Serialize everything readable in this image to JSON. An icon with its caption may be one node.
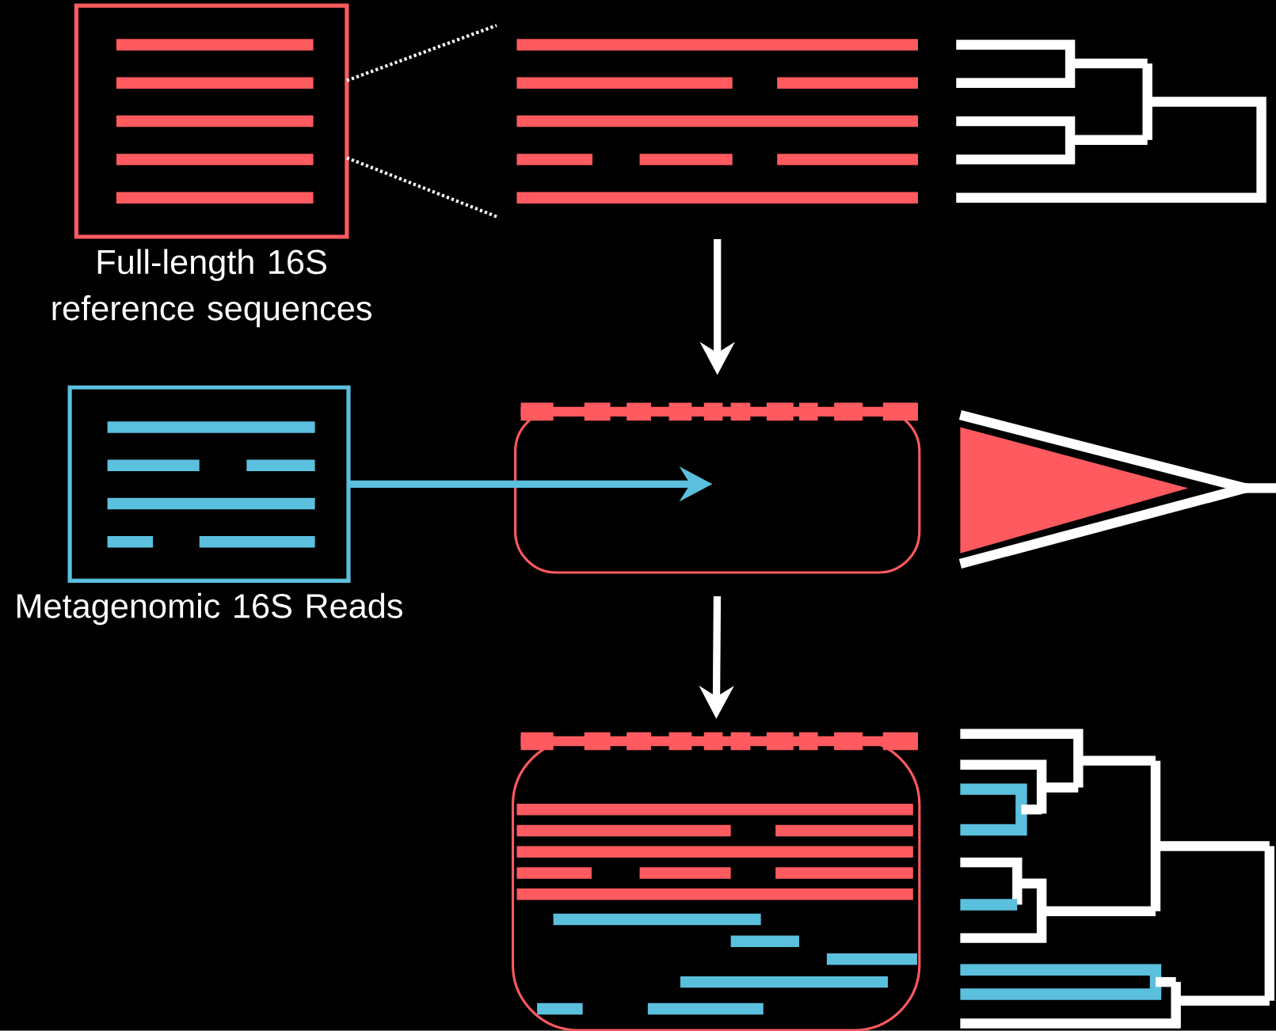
{
  "diagram": {
    "nodes": [
      {
        "text": [
          "Full-length 16S reference sequences"
        ]
      },
      {
        "text": [],
        "shape": "picture"
      },
      {
        "text": [],
        "shape": "picture"
      },
      {
        "text": [
          "Metagenomic 16S Reads"
        ]
      },
      {
        "text": [],
        "shape": "box"
      },
      {
        "text": [],
        "shape": "picture"
      },
      {
        "text": [],
        "shape": "box"
      },
      {
        "text": [],
        "shape": "picture"
      }
    ],
    "edges": [
      {
        "from": 0,
        "to": 1,
        "arrow": "none",
        "style": "dashed"
      },
      {
        "from": 0,
        "to": 1,
        "arrow": "none",
        "style": "dashed"
      },
      {
        "from": 1,
        "to": 4,
        "arrow": "to"
      },
      {
        "from": 3,
        "to": 4,
        "arrow": "to",
        "color": "#5bc0de"
      },
      {
        "from": 4,
        "to": 6,
        "arrow": "to"
      }
    ]
  }
}
